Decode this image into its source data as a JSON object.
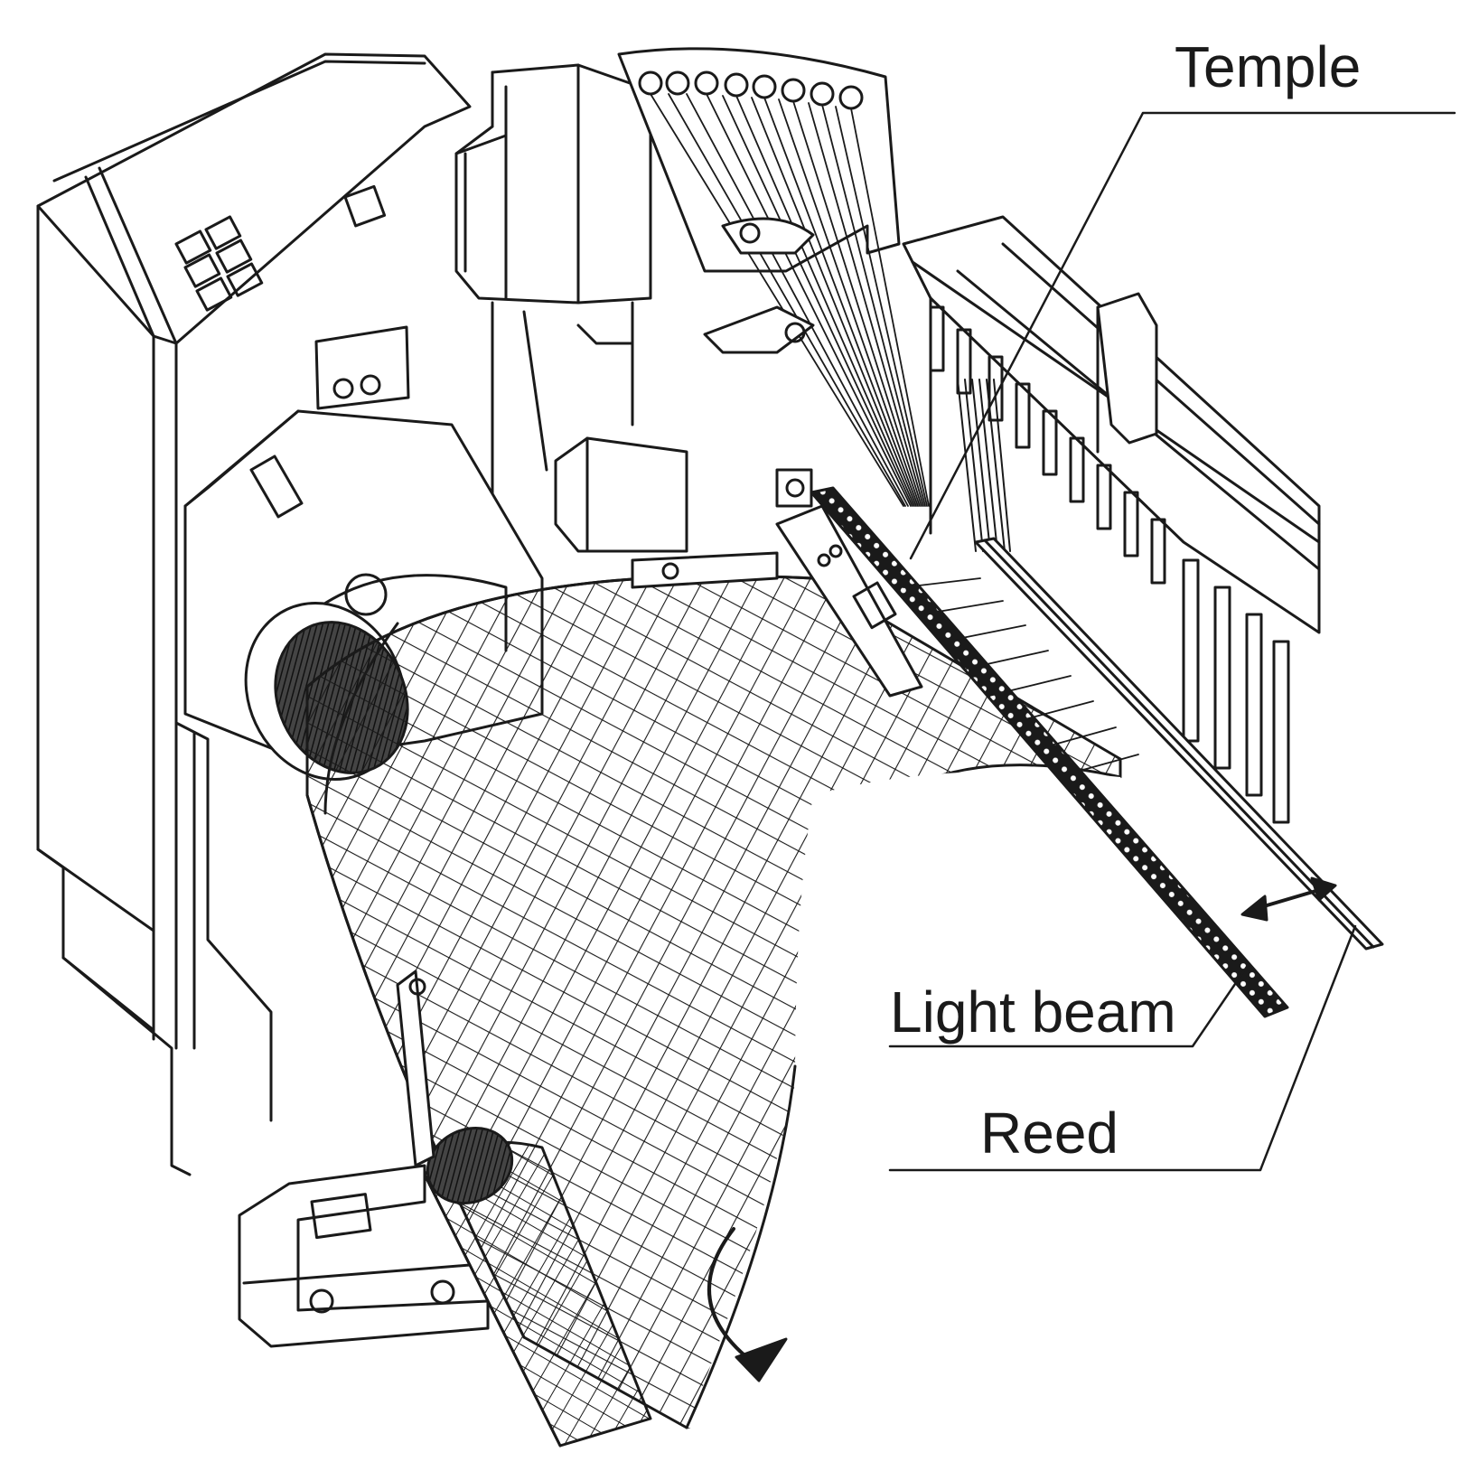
{
  "labels": {
    "temple": "Temple",
    "light_beam": "Light beam",
    "reed": "Reed"
  },
  "colors": {
    "ink": "#1a1a1a",
    "background": "#ffffff",
    "hatch": "#2a2a2a"
  }
}
